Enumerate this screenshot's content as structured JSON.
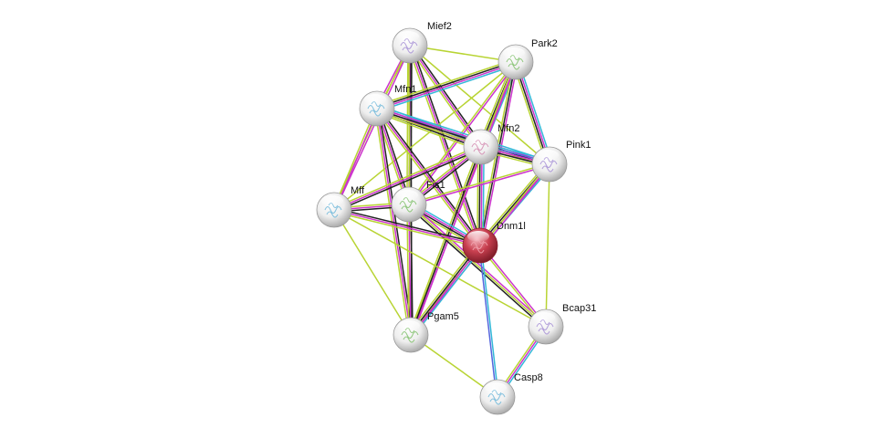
{
  "network": {
    "nodes": [
      {
        "id": "Mief2",
        "label": "Mief2",
        "query": false
      },
      {
        "id": "Park2",
        "label": "Park2",
        "query": false
      },
      {
        "id": "Mfn1",
        "label": "Mfn1",
        "query": false
      },
      {
        "id": "Mfn2",
        "label": "Mfn2",
        "query": false
      },
      {
        "id": "Pink1",
        "label": "Pink1",
        "query": false
      },
      {
        "id": "Fis1",
        "label": "Fis1",
        "query": false
      },
      {
        "id": "Mff",
        "label": "Mff",
        "query": false
      },
      {
        "id": "Dnm1l",
        "label": "Dnm1l",
        "query": true
      },
      {
        "id": "Bcap31",
        "label": "Bcap31",
        "query": false
      },
      {
        "id": "Pgam5",
        "label": "Pgam5",
        "query": false
      },
      {
        "id": "Casp8",
        "label": "Casp8",
        "query": false
      }
    ],
    "evidence_colors": {
      "black": "#222222",
      "magenta": "#cc33cc",
      "yellowgreen": "#b8d433",
      "cyan": "#33b8d8",
      "blue": "#5566dd"
    },
    "query_node_color": "#c94050",
    "node_color": "#eeeeee",
    "edges": [
      {
        "a": "Mief2",
        "b": "Mfn1",
        "ev": [
          "yellowgreen",
          "magenta"
        ]
      },
      {
        "a": "Mief2",
        "b": "Mfn2",
        "ev": [
          "black",
          "magenta",
          "yellowgreen"
        ]
      },
      {
        "a": "Mief2",
        "b": "Pink1",
        "ev": [
          "yellowgreen"
        ]
      },
      {
        "a": "Mief2",
        "b": "Fis1",
        "ev": [
          "black",
          "magenta",
          "yellowgreen"
        ]
      },
      {
        "a": "Mief2",
        "b": "Mff",
        "ev": [
          "magenta",
          "yellowgreen"
        ]
      },
      {
        "a": "Mief2",
        "b": "Dnm1l",
        "ev": [
          "black",
          "magenta",
          "yellowgreen"
        ]
      },
      {
        "a": "Mief2",
        "b": "Pgam5",
        "ev": [
          "black",
          "yellowgreen"
        ]
      },
      {
        "a": "Mief2",
        "b": "Park2",
        "ev": [
          "yellowgreen"
        ]
      },
      {
        "a": "Park2",
        "b": "Mfn1",
        "ev": [
          "cyan",
          "magenta",
          "black",
          "yellowgreen"
        ]
      },
      {
        "a": "Park2",
        "b": "Mfn2",
        "ev": [
          "cyan",
          "magenta",
          "black",
          "yellowgreen"
        ]
      },
      {
        "a": "Park2",
        "b": "Pink1",
        "ev": [
          "cyan",
          "magenta",
          "black",
          "yellowgreen"
        ]
      },
      {
        "a": "Park2",
        "b": "Fis1",
        "ev": [
          "magenta",
          "yellowgreen"
        ]
      },
      {
        "a": "Park2",
        "b": "Mff",
        "ev": [
          "yellowgreen"
        ]
      },
      {
        "a": "Park2",
        "b": "Dnm1l",
        "ev": [
          "magenta",
          "black",
          "yellowgreen"
        ]
      },
      {
        "a": "Park2",
        "b": "Pgam5",
        "ev": [
          "magenta",
          "yellowgreen"
        ]
      },
      {
        "a": "Mfn1",
        "b": "Mfn2",
        "ev": [
          "cyan",
          "blue",
          "magenta",
          "black",
          "yellowgreen"
        ]
      },
      {
        "a": "Mfn1",
        "b": "Pink1",
        "ev": [
          "cyan",
          "magenta",
          "black",
          "yellowgreen"
        ]
      },
      {
        "a": "Mfn1",
        "b": "Fis1",
        "ev": [
          "black",
          "magenta",
          "yellowgreen"
        ]
      },
      {
        "a": "Mfn1",
        "b": "Mff",
        "ev": [
          "magenta",
          "yellowgreen"
        ]
      },
      {
        "a": "Mfn1",
        "b": "Dnm1l",
        "ev": [
          "black",
          "magenta",
          "yellowgreen"
        ]
      },
      {
        "a": "Mfn1",
        "b": "Pgam5",
        "ev": [
          "black",
          "magenta",
          "yellowgreen"
        ]
      },
      {
        "a": "Mfn2",
        "b": "Pink1",
        "ev": [
          "cyan",
          "blue",
          "magenta",
          "black",
          "yellowgreen"
        ]
      },
      {
        "a": "Mfn2",
        "b": "Fis1",
        "ev": [
          "black",
          "magenta",
          "yellowgreen"
        ]
      },
      {
        "a": "Mfn2",
        "b": "Mff",
        "ev": [
          "black",
          "magenta",
          "yellowgreen"
        ]
      },
      {
        "a": "Mfn2",
        "b": "Dnm1l",
        "ev": [
          "cyan",
          "magenta",
          "black",
          "yellowgreen"
        ]
      },
      {
        "a": "Mfn2",
        "b": "Pgam5",
        "ev": [
          "magenta",
          "black",
          "yellowgreen"
        ]
      },
      {
        "a": "Pink1",
        "b": "Fis1",
        "ev": [
          "magenta",
          "yellowgreen"
        ]
      },
      {
        "a": "Pink1",
        "b": "Dnm1l",
        "ev": [
          "cyan",
          "magenta",
          "black",
          "yellowgreen"
        ]
      },
      {
        "a": "Pink1",
        "b": "Pgam5",
        "ev": [
          "magenta",
          "yellowgreen"
        ]
      },
      {
        "a": "Pink1",
        "b": "Bcap31",
        "ev": [
          "yellowgreen"
        ]
      },
      {
        "a": "Fis1",
        "b": "Mff",
        "ev": [
          "black",
          "magenta",
          "yellowgreen"
        ]
      },
      {
        "a": "Fis1",
        "b": "Dnm1l",
        "ev": [
          "cyan",
          "magenta",
          "black",
          "yellowgreen"
        ]
      },
      {
        "a": "Fis1",
        "b": "Pgam5",
        "ev": [
          "black",
          "magenta",
          "yellowgreen"
        ]
      },
      {
        "a": "Fis1",
        "b": "Bcap31",
        "ev": [
          "magenta",
          "yellowgreen",
          "black"
        ]
      },
      {
        "a": "Mff",
        "b": "Dnm1l",
        "ev": [
          "black",
          "magenta",
          "yellowgreen"
        ]
      },
      {
        "a": "Mff",
        "b": "Pgam5",
        "ev": [
          "yellowgreen"
        ]
      },
      {
        "a": "Mff",
        "b": "Bcap31",
        "ev": [
          "yellowgreen"
        ]
      },
      {
        "a": "Dnm1l",
        "b": "Pgam5",
        "ev": [
          "cyan",
          "magenta",
          "black",
          "yellowgreen"
        ]
      },
      {
        "a": "Dnm1l",
        "b": "Bcap31",
        "ev": [
          "magenta",
          "yellowgreen"
        ]
      },
      {
        "a": "Dnm1l",
        "b": "Casp8",
        "ev": [
          "cyan",
          "blue"
        ]
      },
      {
        "a": "Pgam5",
        "b": "Casp8",
        "ev": [
          "yellowgreen"
        ]
      },
      {
        "a": "Bcap31",
        "b": "Casp8",
        "ev": [
          "cyan",
          "magenta",
          "yellowgreen"
        ]
      }
    ]
  }
}
